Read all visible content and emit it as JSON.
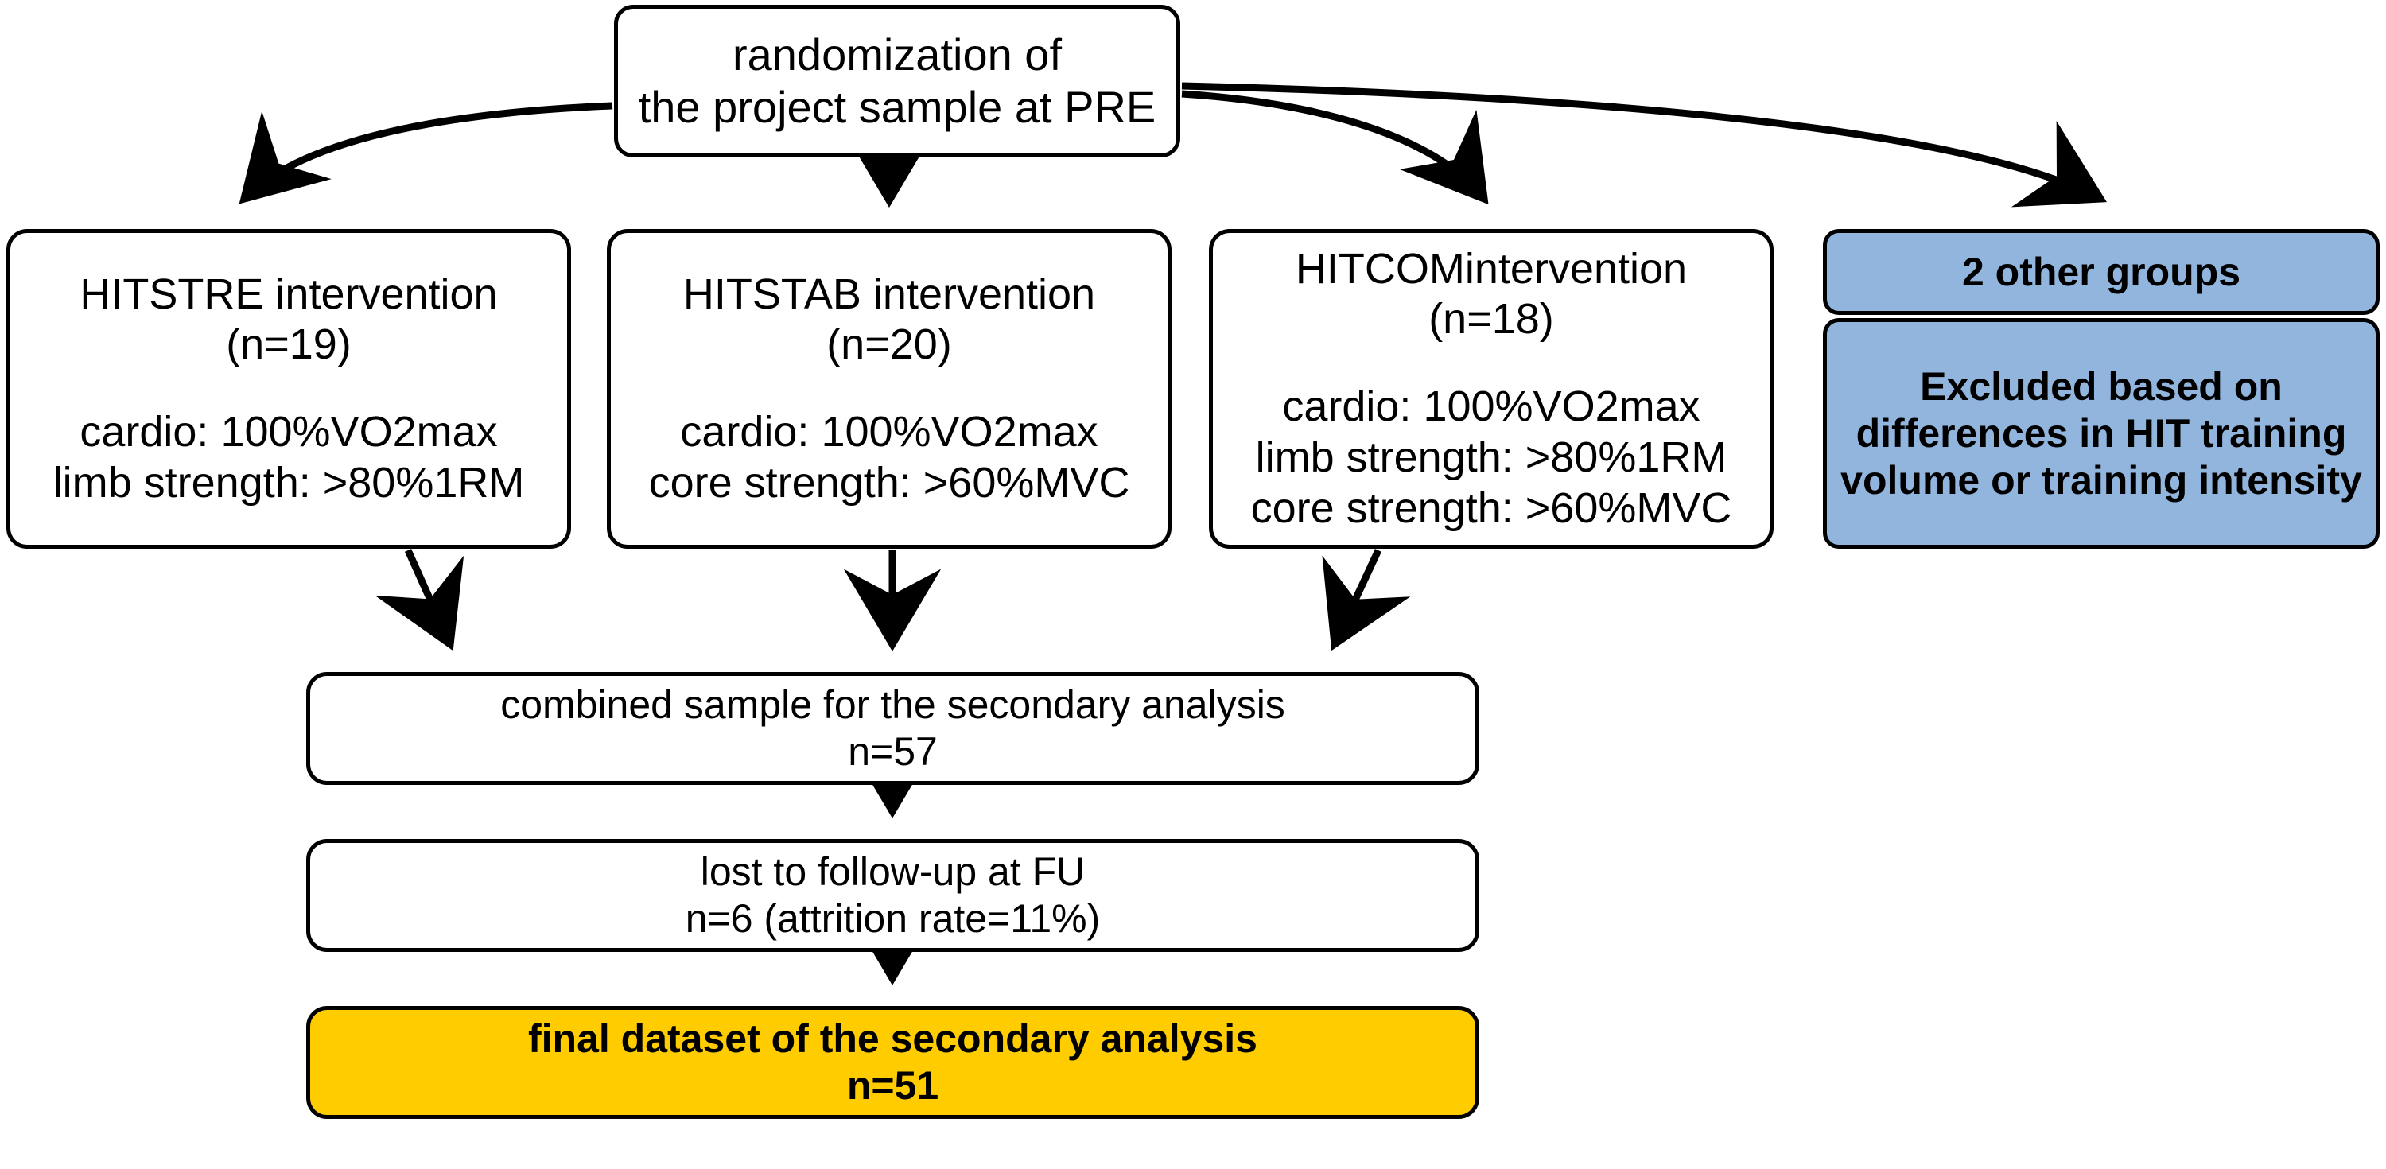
{
  "diagram": {
    "type": "flowchart",
    "title": "randomization and secondary-analysis sample flow",
    "colors": {
      "stroke": "#000000",
      "default_fill": "#ffffff",
      "excluded_fill": "#91b5dd",
      "final_fill": "#ffcc00",
      "text": "#000000"
    },
    "nodes": {
      "randomization": {
        "id": "randomization",
        "lines": [
          "randomization of",
          "the project sample at PRE"
        ],
        "fill": "#ffffff"
      },
      "hitstre": {
        "id": "hitstre",
        "lines": [
          "HITSTRE intervention",
          "(n=19)",
          "",
          "cardio: 100%VO2max",
          "limb strength: >80%1RM"
        ],
        "label": "HITSTRE intervention",
        "n": "(n=19)",
        "details": [
          "cardio: 100%VO2max",
          "limb strength: >80%1RM"
        ],
        "fill": "#ffffff"
      },
      "hitstab": {
        "id": "hitstab",
        "lines": [
          "HITSTAB intervention",
          "(n=20)",
          "",
          "cardio: 100%VO2max",
          "core strength: >60%MVC"
        ],
        "label": "HITSTAB intervention",
        "n": "(n=20)",
        "details": [
          "cardio: 100%VO2max",
          "core strength: >60%MVC"
        ],
        "fill": "#ffffff"
      },
      "hitcom": {
        "id": "hitcom",
        "lines": [
          "HITCOMintervention",
          "(n=18)",
          "",
          "cardio: 100%VO2max",
          "limb strength: >80%1RM",
          "core strength: >60%MVC"
        ],
        "label": "HITCOMintervention",
        "n": "(n=18)",
        "details": [
          "cardio: 100%VO2max",
          "limb strength: >80%1RM",
          "core strength: >60%MVC"
        ],
        "fill": "#ffffff"
      },
      "other_groups": {
        "id": "other_groups",
        "lines": [
          "2 other groups"
        ],
        "label": "2 other groups",
        "fill": "#91b5dd"
      },
      "excluded": {
        "id": "excluded",
        "lines": [
          "Excluded based on",
          "differences in HIT training",
          "volume or training intensity"
        ],
        "fill": "#91b5dd"
      },
      "combined": {
        "id": "combined",
        "lines": [
          "combined sample for the secondary analysis",
          "n=57"
        ],
        "label": "combined sample for the secondary analysis",
        "n": "n=57",
        "fill": "#ffffff"
      },
      "lost": {
        "id": "lost",
        "lines": [
          "lost to follow-up at FU",
          "n=6 (attrition rate=11%)"
        ],
        "label": "lost to follow-up at FU",
        "n": "n=6 (attrition rate=11%)",
        "fill": "#ffffff"
      },
      "final": {
        "id": "final",
        "lines": [
          "final dataset of the secondary analysis",
          "n=51"
        ],
        "label": "final dataset of the secondary analysis",
        "n": "n=51",
        "fill": "#ffcc00"
      }
    },
    "edges": [
      {
        "from": "randomization",
        "to": "hitstre",
        "style": "curved-left",
        "arrow": "open-v"
      },
      {
        "from": "randomization",
        "to": "hitstab",
        "style": "straight",
        "arrow": "open-v"
      },
      {
        "from": "randomization",
        "to": "hitcom",
        "style": "curved-right",
        "arrow": "open-v"
      },
      {
        "from": "randomization",
        "to": "other_groups",
        "style": "curved-right",
        "arrow": "open-v"
      },
      {
        "from": "hitstre",
        "to": "combined",
        "style": "diagonal",
        "arrow": "open-v"
      },
      {
        "from": "hitstab",
        "to": "combined",
        "style": "straight",
        "arrow": "open-v"
      },
      {
        "from": "hitcom",
        "to": "combined",
        "style": "diagonal",
        "arrow": "open-v"
      },
      {
        "from": "combined",
        "to": "lost",
        "style": "straight",
        "arrow": "open-v"
      },
      {
        "from": "lost",
        "to": "final",
        "style": "straight",
        "arrow": "open-v"
      }
    ]
  }
}
